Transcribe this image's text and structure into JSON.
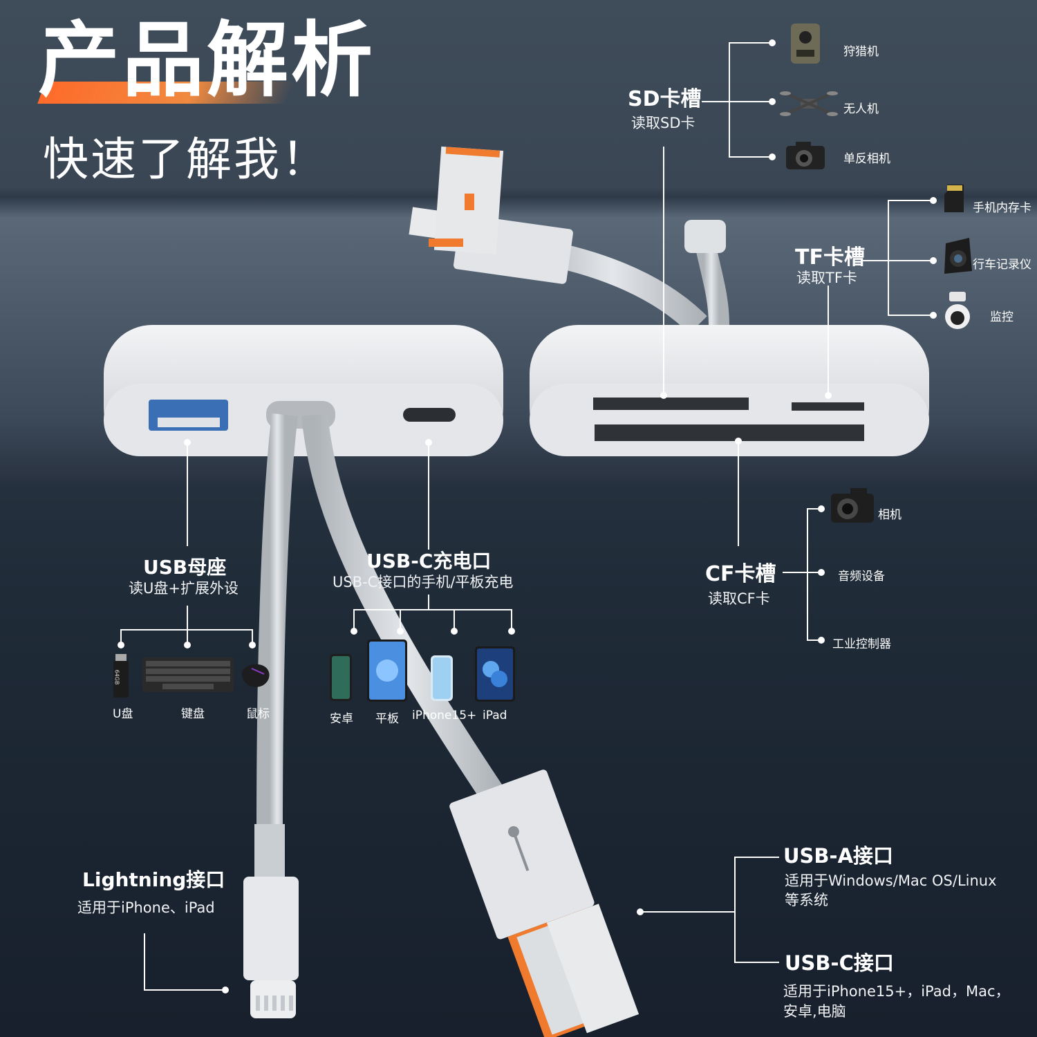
{
  "title": "产品解析",
  "subtitle": "快速了解我！",
  "sd": {
    "title": "SD卡槽",
    "desc": "读取SD卡",
    "items": [
      "狩猎机",
      "无人机",
      "单反相机"
    ]
  },
  "tf": {
    "title": "TF卡槽",
    "desc": "读取TF卡",
    "items": [
      "手机内存卡",
      "行车记录仪",
      "监控"
    ]
  },
  "cf": {
    "title": "CF卡槽",
    "desc": "读取CF卡",
    "items": [
      "相机",
      "音频设备",
      "工业控制器"
    ]
  },
  "usb_female": {
    "title": "USB母座",
    "desc": "读U盘+扩展外设",
    "items": [
      "U盘",
      "键盘",
      "鼠标"
    ],
    "drive_label": "64GB"
  },
  "usbc_charge": {
    "title": "USB-C充电口",
    "desc": "USB-C接口的手机/平板充电",
    "items": [
      "安卓",
      "平板",
      "iPhone15+",
      "iPad"
    ]
  },
  "lightning": {
    "title": "Lightning接口",
    "desc": "适用于iPhone、iPad"
  },
  "usba": {
    "title": "USB-A接口",
    "desc_line1": "适用于Windows/Mac OS/Linux",
    "desc_line2": "等系统"
  },
  "usbc": {
    "title": "USB-C接口",
    "desc_line1": "适用于iPhone15+，iPad，Mac，",
    "desc_line2": "安卓,电脑"
  },
  "colors": {
    "accent": "#f07a2e",
    "body": "#e9ebee",
    "cable": "#cfd3d6",
    "line": "#ffffff"
  }
}
